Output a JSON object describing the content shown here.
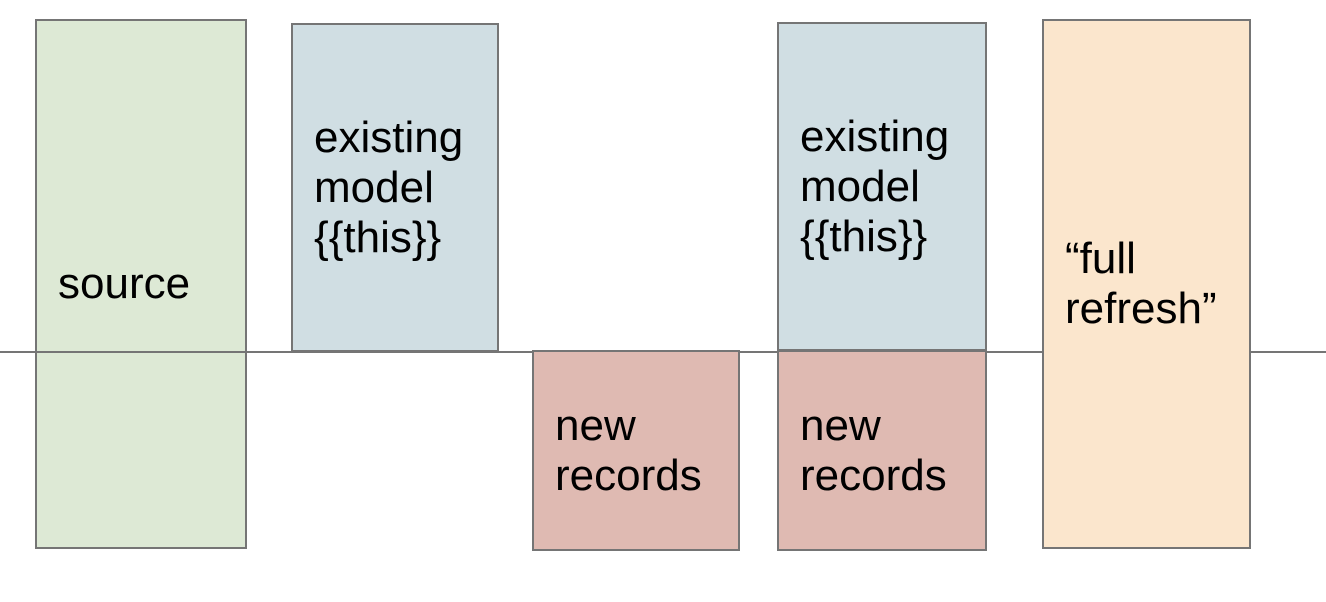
{
  "diagram": {
    "background": "#ffffff",
    "box_border_color": "#757575",
    "text_color": "#000000",
    "timeline": {
      "color": "#757575"
    },
    "boxes": {
      "source": {
        "label": "source",
        "fill": "#dde9d5"
      },
      "existing_model_1": {
        "label": "existing\nmodel\n{{this}}",
        "fill": "#d0dee3"
      },
      "new_records_1": {
        "label": "new\nrecords",
        "fill": "#dfbab2"
      },
      "existing_model_2": {
        "label": "existing\nmodel\n{{this}}",
        "fill": "#d0dee3"
      },
      "new_records_2": {
        "label": "new\nrecords",
        "fill": "#dfbab2"
      },
      "full_refresh": {
        "label": "“full\nrefresh”",
        "fill": "#fbe6cd"
      }
    }
  }
}
